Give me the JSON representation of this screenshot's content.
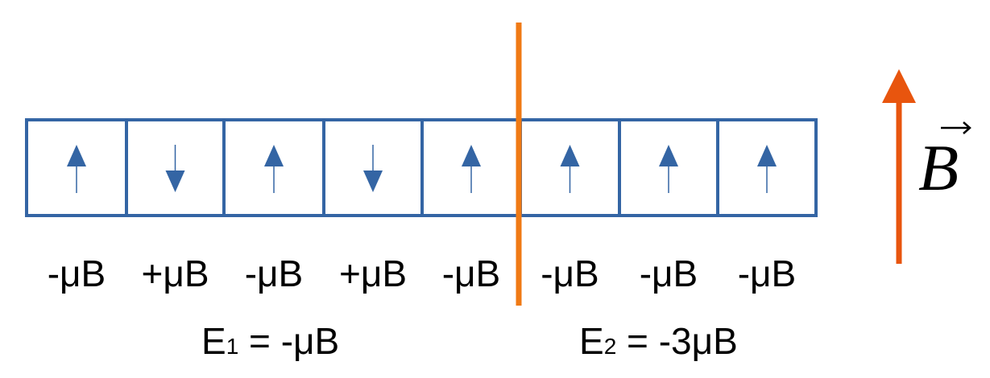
{
  "colors": {
    "cell_border": "#3465a4",
    "spin_arrow": "#3465a4",
    "divider": "#f07a14",
    "field_arrow": "#e8550e",
    "text": "#000000"
  },
  "cells": [
    {
      "spin": "up",
      "energy": "-μB"
    },
    {
      "spin": "down",
      "energy": "+μB"
    },
    {
      "spin": "up",
      "energy": "-μB"
    },
    {
      "spin": "down",
      "energy": "+μB"
    },
    {
      "spin": "up",
      "energy": "-μB"
    },
    {
      "spin": "up",
      "energy": "-μB"
    },
    {
      "spin": "up",
      "energy": "-μB"
    },
    {
      "spin": "up",
      "energy": "-μB"
    }
  ],
  "totals": {
    "left": {
      "symbol": "E",
      "subscript": "1",
      "value": " = -μB"
    },
    "right": {
      "symbol": "E",
      "subscript": "2",
      "value": " = -3μB"
    }
  },
  "divider_after_cell": 5,
  "field": {
    "label": "B",
    "direction": "up",
    "icon": "up-arrow-icon"
  }
}
